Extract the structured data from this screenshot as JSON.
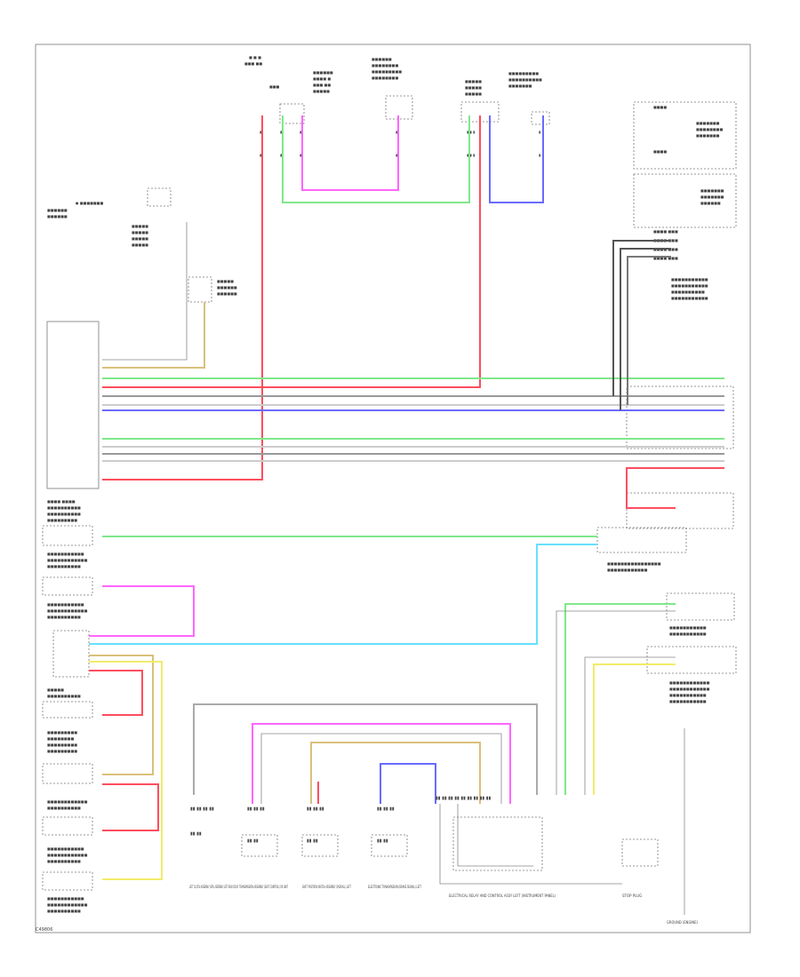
{
  "diagram": {
    "footer_code": "C49806",
    "bottom_labels": {
      "left_clutch_assembly": "LEFT CLUTCH ASSEMBLY (EPS) ASSEMBLY LEFT REAR DOOR",
      "transmission_assembly": "TRANSMISSION ASSEMBLY (SEAT CONTROL) OR UNIT",
      "shift_position": "SHIFT POSITION SWITCH ASSEMBLY (OVERALL) LEFT",
      "electronic_transmission": "ELECTRONIC TRANSMISSION (BRAKE SIGNAL) LEFT",
      "control_relay": "ELECTRICAL RELAY AND CONTROL ASSY LEFT (INSTRUMENT PANEL)",
      "stop_plug": "STOP PLUG",
      "ground": "GROUND (ENGINE)"
    },
    "colors": {
      "red": "#ff4d5e",
      "green": "#7de88a",
      "magenta": "#ff66ff",
      "blue": "#6a6aff",
      "cyan": "#66e0ff",
      "tan": "#d9c07a",
      "yellow": "#f2ec6a",
      "dark": "#555555",
      "grey": "#999999"
    }
  }
}
